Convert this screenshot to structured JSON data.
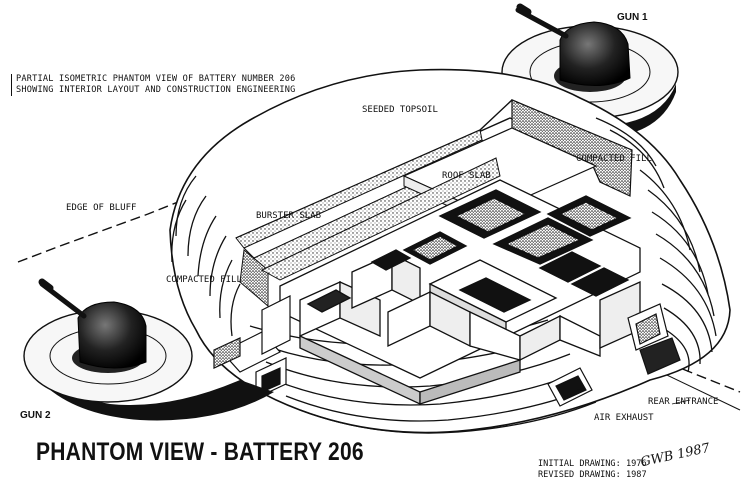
{
  "caption": {
    "line1": "PARTIAL ISOMETRIC PHANTOM VIEW OF BATTERY NUMBER 206",
    "line2": "SHOWING INTERIOR LAYOUT AND CONSTRUCTION ENGINEERING"
  },
  "labels": {
    "gun1": "GUN 1",
    "gun2": "GUN 2",
    "seeded_topsoil": "SEEDED TOPSOIL",
    "compacted_fill_right": "COMPACTED FILL",
    "roof_slab": "ROOF SLAB",
    "burster_slab": "BURSTER SLAB",
    "compacted_fill_left": "COMPACTED FILL",
    "edge_of_bluff": "EDGE OF BLUFF",
    "air_exhaust": "AIR EXHAUST",
    "rear_entrance": "REAR ENTRANCE"
  },
  "title": "PHANTOM VIEW - BATTERY 206",
  "dates": {
    "initial": "INITIAL DRAWING: 1976",
    "revised": "REVISED DRAWING: 1987"
  },
  "signature": "GWB 1987"
}
